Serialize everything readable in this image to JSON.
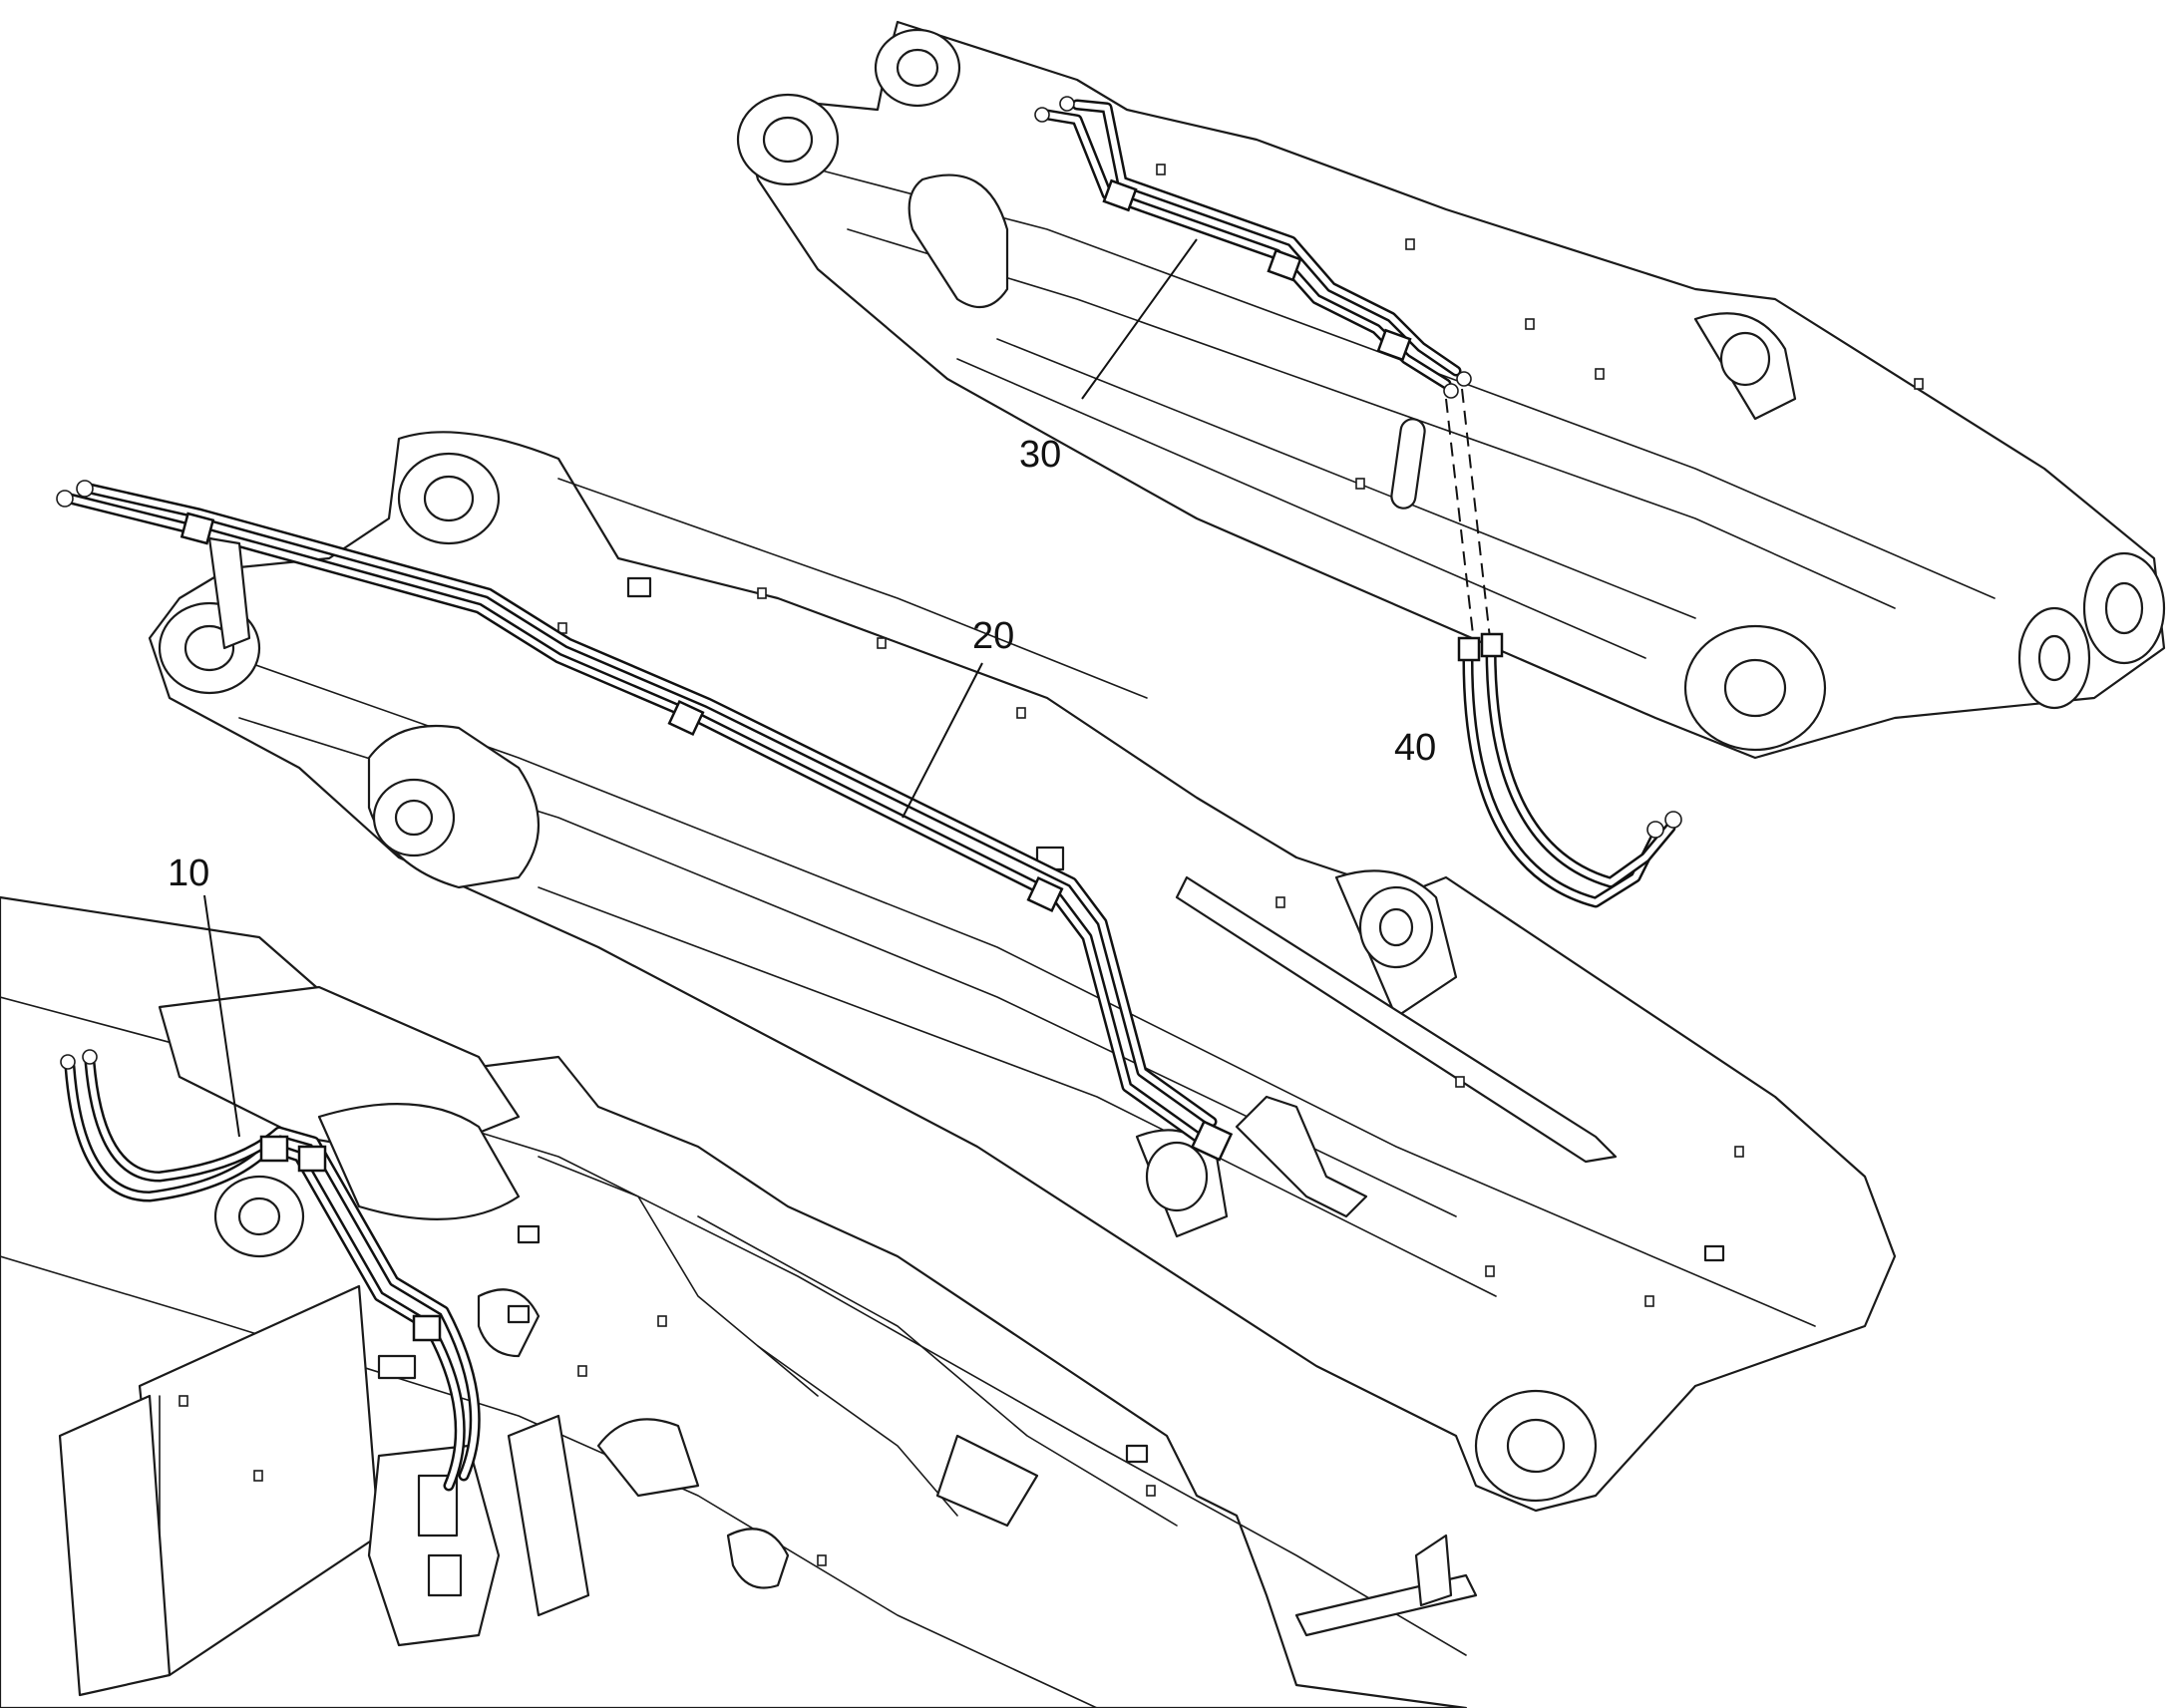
{
  "callouts": {
    "c10": "10",
    "c20": "20",
    "c30": "30",
    "c40": "40"
  },
  "colors": {
    "line": "#1a1a1a",
    "background": "#ffffff"
  }
}
